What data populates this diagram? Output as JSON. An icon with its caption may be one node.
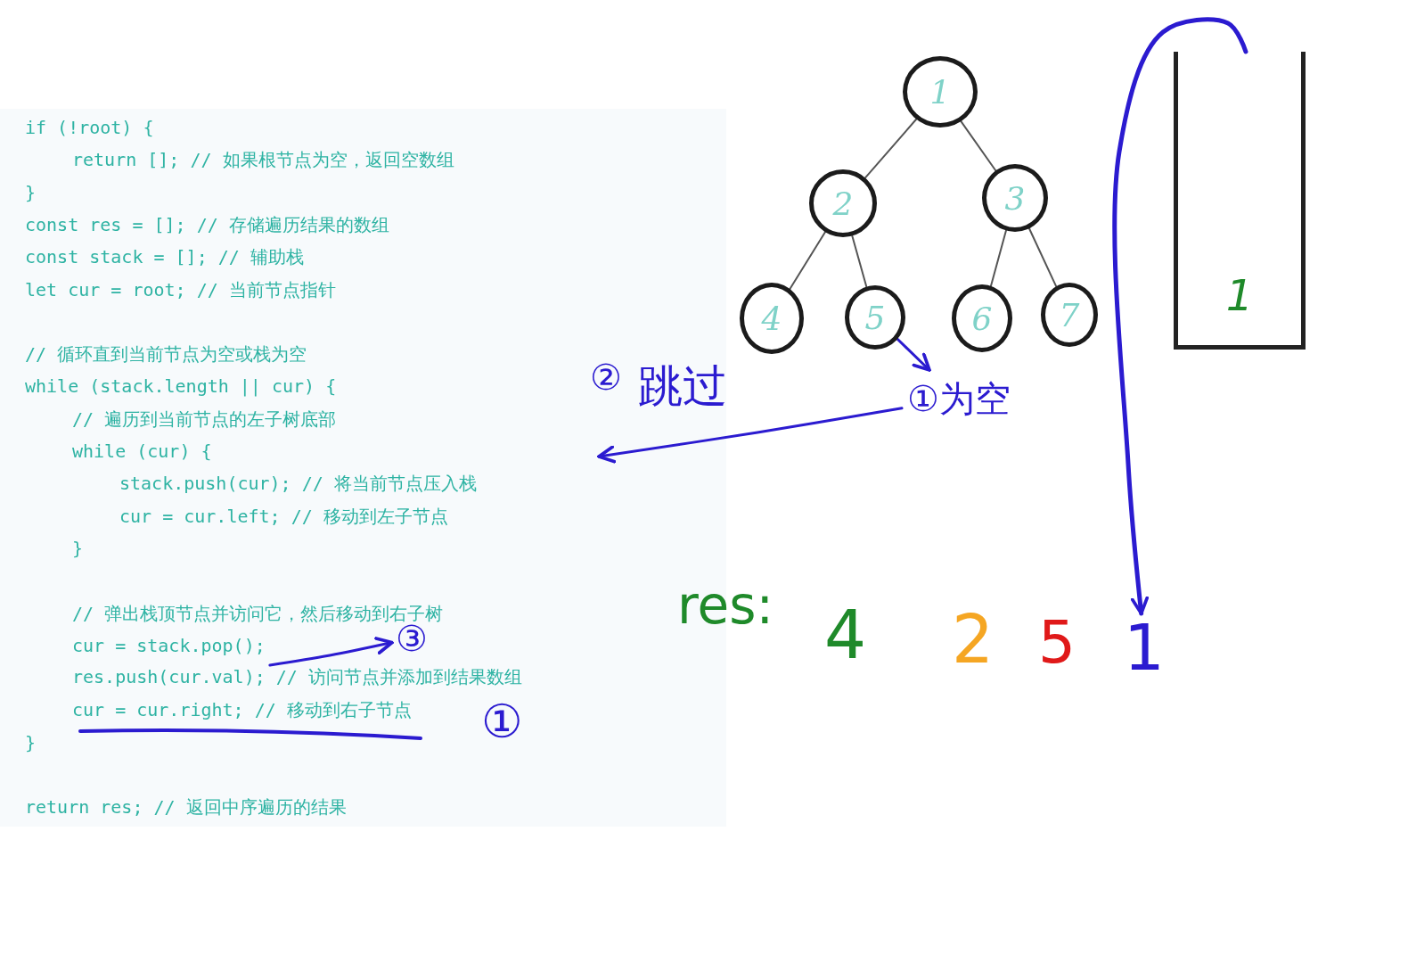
{
  "diagram": {
    "nodes": [
      {
        "text": [
          "1"
        ]
      },
      {
        "text": [
          "2"
        ]
      },
      {
        "text": [
          "3"
        ]
      },
      {
        "text": [
          "4"
        ]
      },
      {
        "text": [
          "5"
        ]
      },
      {
        "text": [
          "6"
        ]
      },
      {
        "text": [
          "7"
        ]
      },
      {
        "text": [
          "①为空"
        ]
      },
      {
        "text": [
          "1"
        ]
      },
      {
        "text": [
          "1"
        ]
      },
      {
        "text": [
          "③"
        ]
      },
      {
        "text": [
          "res.push(cur.val); // 访问节点并添加到结果数组"
        ]
      }
    ],
    "edges": [
      {
        "from": 0,
        "to": 1,
        "arrow": "none"
      },
      {
        "from": 0,
        "to": 2,
        "arrow": "none"
      },
      {
        "from": 1,
        "to": 3,
        "arrow": "none"
      },
      {
        "from": 1,
        "to": 4,
        "arrow": "none"
      },
      {
        "from": 2,
        "to": 5,
        "arrow": "none"
      },
      {
        "from": 2,
        "to": 6,
        "arrow": "none"
      },
      {
        "from": 4,
        "to": 7,
        "arrow": "to",
        "color": "#2b1bd0"
      },
      {
        "from": 7,
        "to": null,
        "arrow": "to",
        "color": "#2b1bd0"
      },
      {
        "from": 8,
        "to": 9,
        "arrow": "to",
        "style": "thick",
        "color": "#2b1bd0"
      },
      {
        "from": 11,
        "to": 10,
        "arrow": "to",
        "color": "#2b1bd0"
      }
    ],
    "labels": [
      "if (!root) {",
      "return []; // 如果根节点为空，返回空数组",
      "}",
      "const res = []; // 存储遍历结果的数组",
      "const stack = []; // 辅助栈",
      "let cur = root; // 当前节点指针",
      "// 循环直到当前节点为空或栈为空",
      "while (stack.length || cur) {",
      "// 遍历到当前节点的左子树底部",
      "while (cur) {",
      "stack.push(cur); // 将当前节点压入栈",
      "cur = cur.left; // 移动到左子节点",
      "}",
      "// 弹出栈顶节点并访问它，然后移动到右子树",
      "cur = stack.pop();",
      "cur = cur.right; // 移动到右子节点",
      "}",
      "return res; // 返回中序遍历的结果",
      "②",
      "跳过",
      "①",
      "res:",
      "4",
      "2",
      "5"
    ]
  }
}
